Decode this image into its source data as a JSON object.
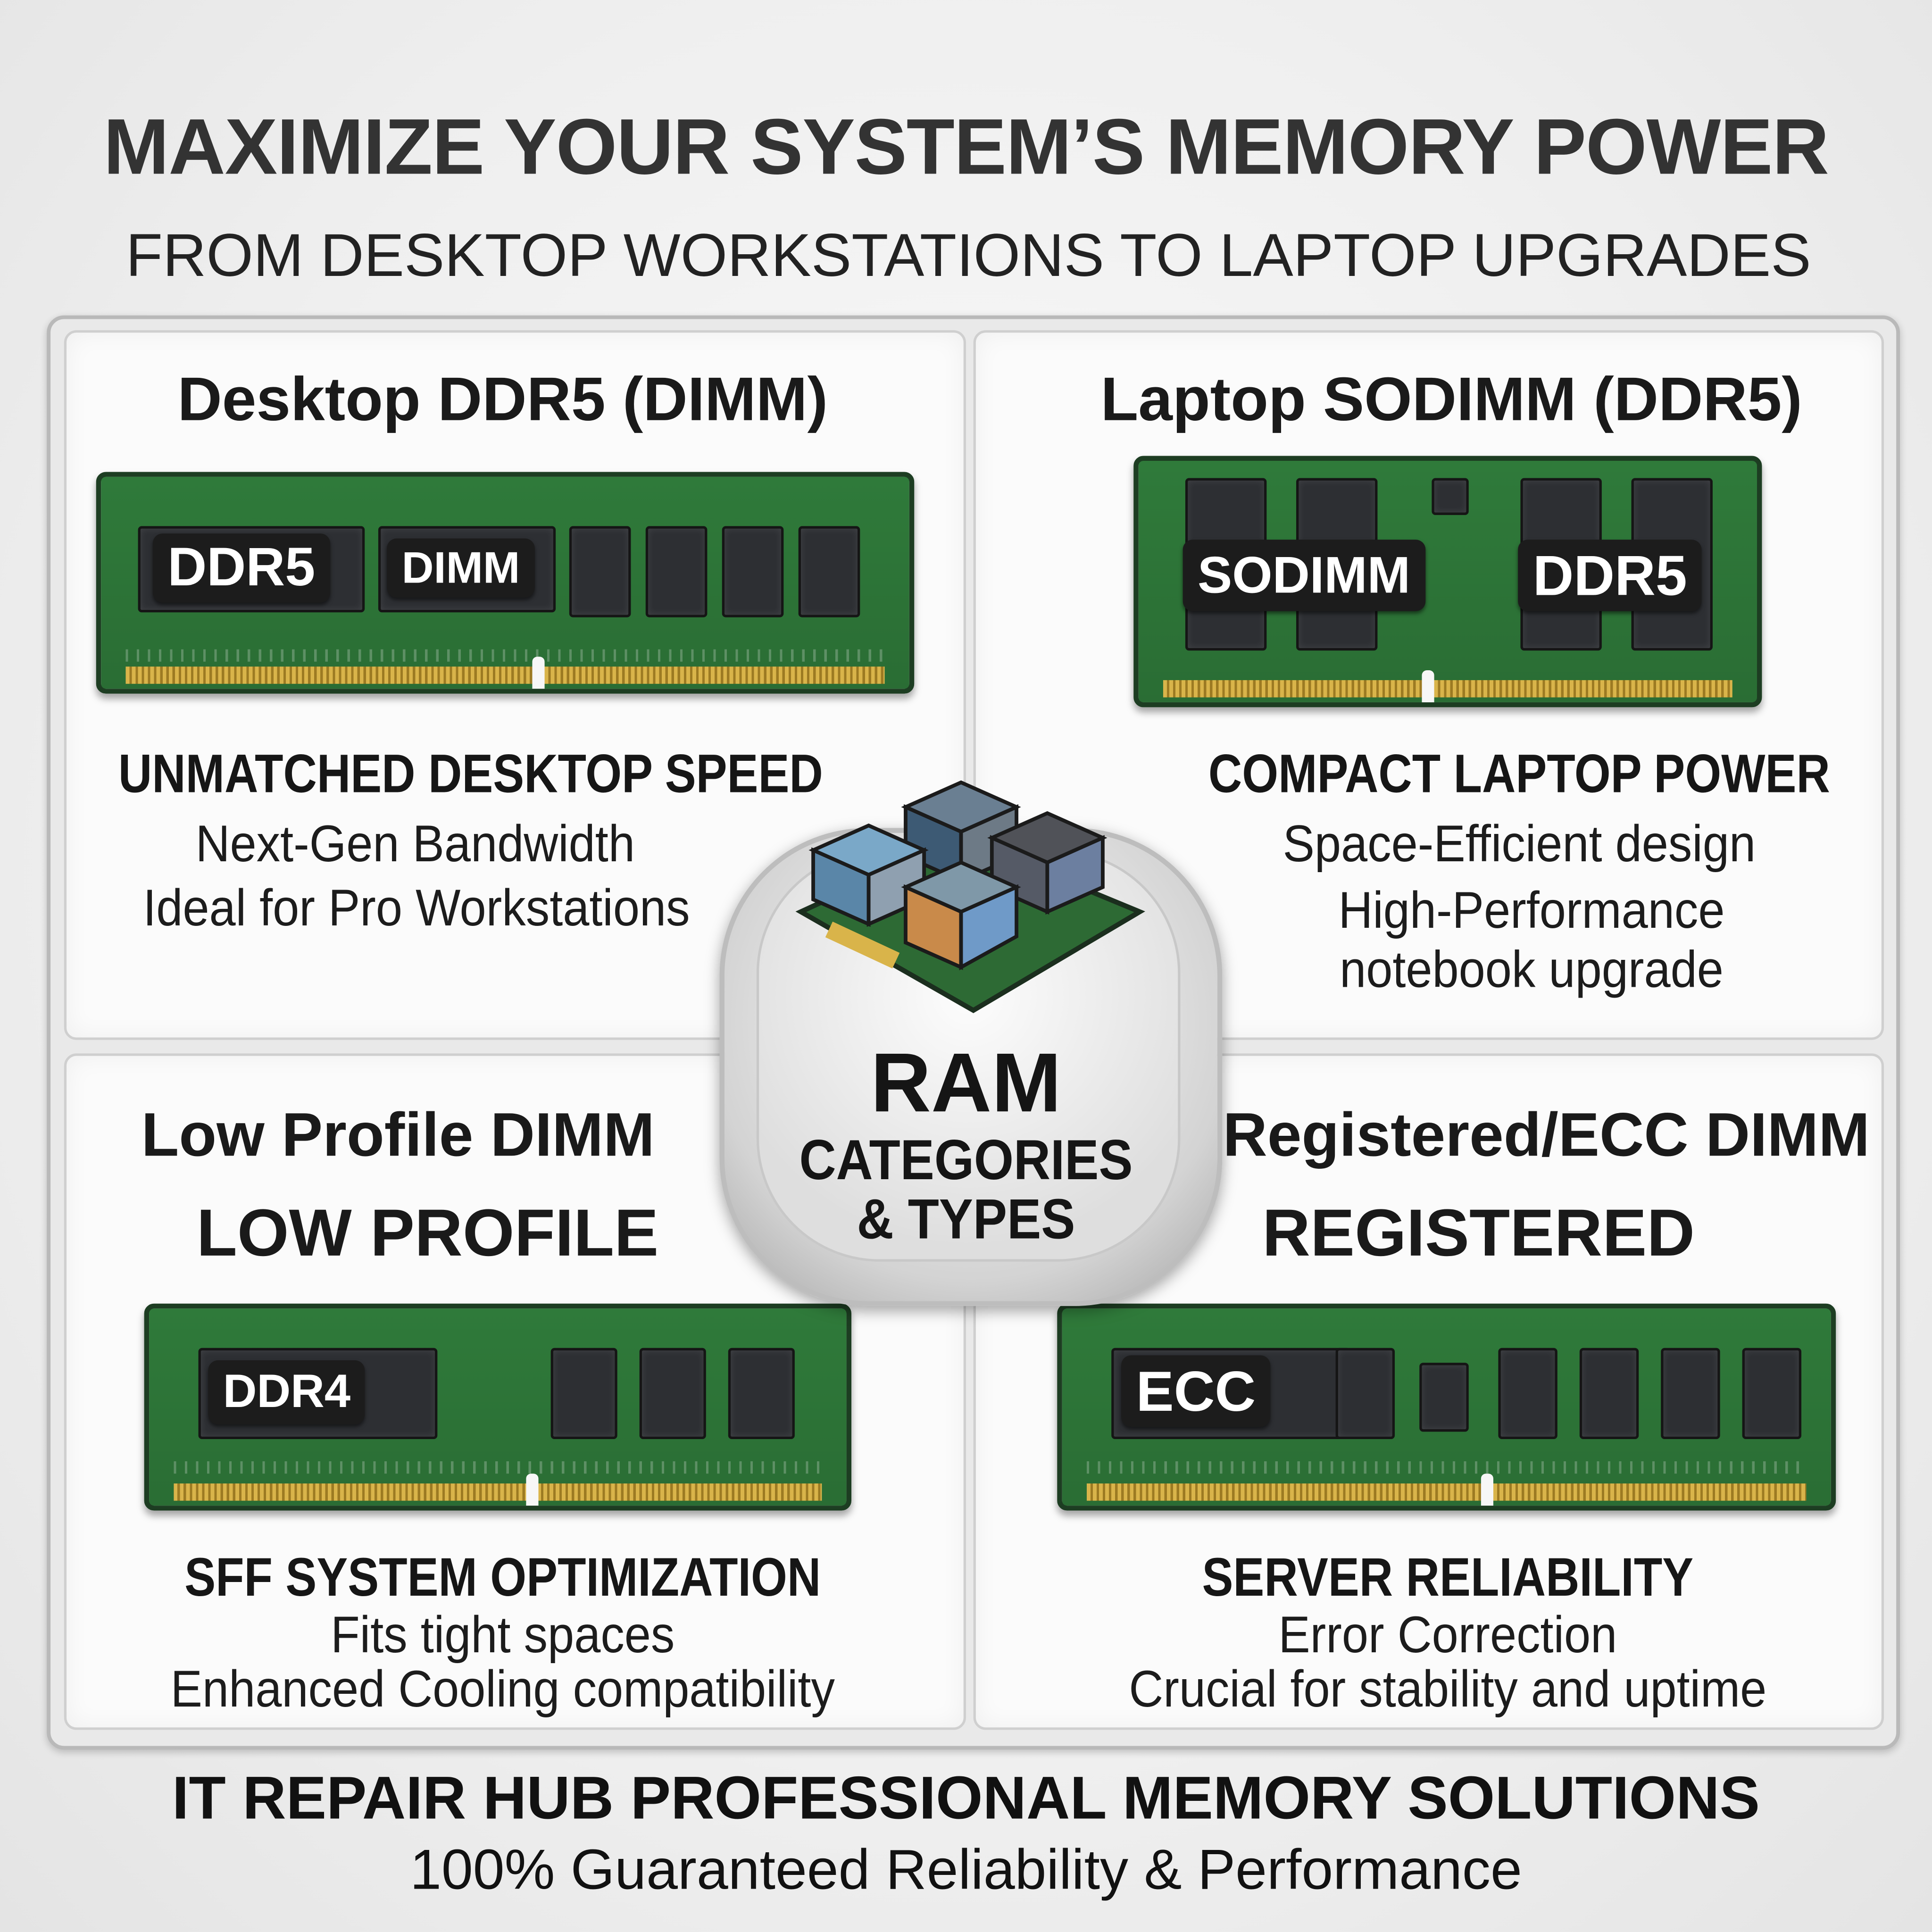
{
  "header": {
    "title": "MAXIMIZE YOUR SYSTEM’S MEMORY POWER",
    "subtitle": "FROM DESKTOP WORKSTATIONS TO LAPTOP UPGRADES"
  },
  "panels": [
    {
      "title": "Desktop DDR5 (DIMM)",
      "module_labels": [
        "DDR5",
        "DIMM"
      ],
      "feature": "UNMATCHED DESKTOP SPEED",
      "lines": [
        "Next-Gen Bandwidth",
        "Ideal for Pro Workstations"
      ]
    },
    {
      "title": "Laptop SODIMM (DDR5)",
      "module_labels": [
        "SODIMM",
        "DDR5"
      ],
      "feature": "COMPACT LAPTOP POWER",
      "lines": [
        "Space-Efficient design",
        "High-Performance",
        "notebook upgrade"
      ]
    },
    {
      "title": "Low Profile DIMM",
      "subtitle": "LOW PROFILE",
      "module_labels": [
        "DDR4"
      ],
      "feature": "SFF SYSTEM OPTIMIZATION",
      "lines": [
        "Fits tight spaces",
        "Enhanced Cooling compatibility"
      ]
    },
    {
      "title": "Registered/ECC DIMM",
      "subtitle": "REGISTERED",
      "module_labels": [
        "ECC"
      ],
      "feature": "SERVER RELIABILITY",
      "lines": [
        "Error Correction",
        "Crucial for stability and uptime"
      ]
    }
  ],
  "badge": {
    "title": "RAM",
    "line1": "CATEGORIES",
    "line2": "& TYPES",
    "icon": "memory-chips-icon"
  },
  "footer": {
    "title": "IT REPAIR HUB PROFESSIONAL MEMORY SOLUTIONS",
    "subtitle": "100% Guaranteed Reliability & Performance"
  },
  "colors": {
    "pcb": "#2f7a3a",
    "contacts": "#d9b44a",
    "chip": "#2d2f33",
    "text": "#1e1e1e"
  }
}
